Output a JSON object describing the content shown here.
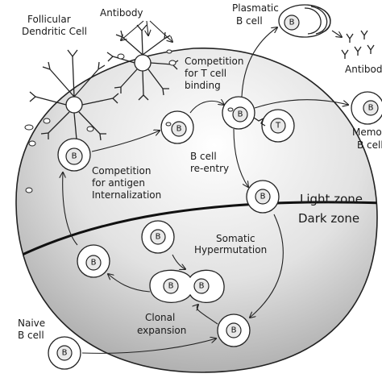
{
  "labels": {
    "follicular": [
      "Follicular",
      "Dendritic Cell"
    ],
    "antibody_top": "Antibody",
    "plasmatic": [
      "Plasmatic",
      "B cell"
    ],
    "antibody_right": "Antibod",
    "competition_t": [
      "Competition",
      "for T cell",
      "binding"
    ],
    "memory": [
      "Memo",
      "B cell"
    ],
    "competition_antigen": [
      "Competition",
      "for antigen",
      "Internalization"
    ],
    "reentry": [
      "B cell",
      "re-entry"
    ],
    "somatic": [
      "Somatic",
      "Hypermutation"
    ],
    "clonal": [
      "Clonal",
      "expansion"
    ],
    "naive": [
      "Naive",
      "B cell"
    ]
  },
  "zones": {
    "light": "Light zone",
    "dark": "Dark zone"
  },
  "cell_letters": {
    "b": "B",
    "t": "T"
  }
}
